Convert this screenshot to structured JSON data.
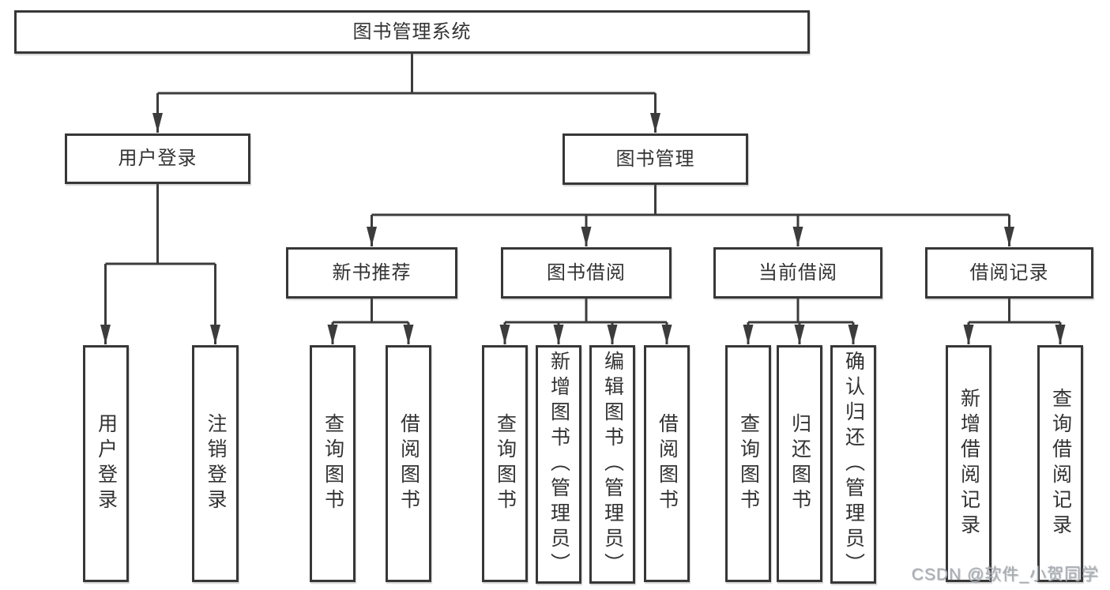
{
  "diagram_title": "图书管理系统",
  "tree": {
    "label": "图书管理系统",
    "children": [
      {
        "label": "用户登录",
        "children": [
          {
            "label": "用户登录"
          },
          {
            "label": "注销登录"
          }
        ]
      },
      {
        "label": "图书管理",
        "children": [
          {
            "label": "新书推荐",
            "children": [
              {
                "label": "查询图书"
              },
              {
                "label": "借阅图书"
              }
            ]
          },
          {
            "label": "图书借阅",
            "children": [
              {
                "label": "查询图书"
              },
              {
                "label": "新增图书（管理员）"
              },
              {
                "label": "编辑图书（管理员）"
              },
              {
                "label": "借阅图书"
              }
            ]
          },
          {
            "label": "当前借阅",
            "children": [
              {
                "label": "查询图书"
              },
              {
                "label": "归还图书"
              },
              {
                "label": "确认归还（管理员）"
              }
            ]
          },
          {
            "label": "借阅记录",
            "children": [
              {
                "label": "新增借阅记录"
              },
              {
                "label": "查询借阅记录"
              }
            ]
          }
        ]
      }
    ]
  },
  "watermark": {
    "text": "CSDN @软件_小贺同学"
  },
  "colors": {
    "background": "#ffffff",
    "box_border": "#373737",
    "box_fill": "#ffffff",
    "line": "#3c3c3c",
    "text": "#333333",
    "watermark_text": "#a8aeb5"
  }
}
